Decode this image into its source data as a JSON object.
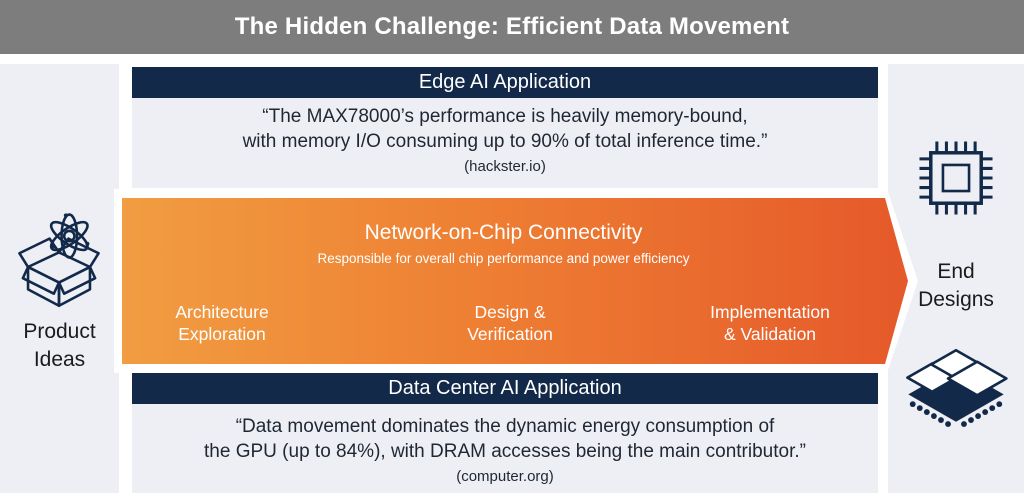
{
  "colors": {
    "header_bg": "#7d7d7d",
    "navy": "#13294a",
    "panel_bg": "#edeff4",
    "arrow_start": "#f19d42",
    "arrow_mid": "#ee7f33",
    "arrow_end": "#e5592a",
    "quote_text": "#1f2733",
    "side_text": "#1b1b1b"
  },
  "header": {
    "title": "The Hidden Challenge: Efficient Data Movement"
  },
  "left_panel": {
    "icon": "box-atom-icon",
    "label_line1": "Product",
    "label_line2": "Ideas"
  },
  "right_panel": {
    "icon_top": "chip-icon",
    "icon_bottom": "chiplets-icon",
    "label_line1": "End",
    "label_line2": "Designs"
  },
  "edge_section": {
    "title": "Edge AI Application",
    "quote_line1": "“The MAX78000’s performance is heavily memory-bound,",
    "quote_line2": "with memory I/O consuming up to 90% of total inference time.”",
    "source": "(hackster.io)"
  },
  "arrow": {
    "title": "Network-on-Chip Connectivity",
    "subtitle": "Responsible for overall chip performance and power efficiency",
    "stages": [
      {
        "line1": "Architecture",
        "line2": "Exploration"
      },
      {
        "line1": "Design &",
        "line2": "Verification"
      },
      {
        "line1": "Implementation",
        "line2": "& Validation"
      }
    ]
  },
  "datacenter_section": {
    "title": "Data Center AI Application",
    "quote_line1": "“Data movement dominates the dynamic energy consumption of",
    "quote_line2": "the GPU (up to 84%), with DRAM accesses being the main contributor.”",
    "source": "(computer.org)"
  }
}
